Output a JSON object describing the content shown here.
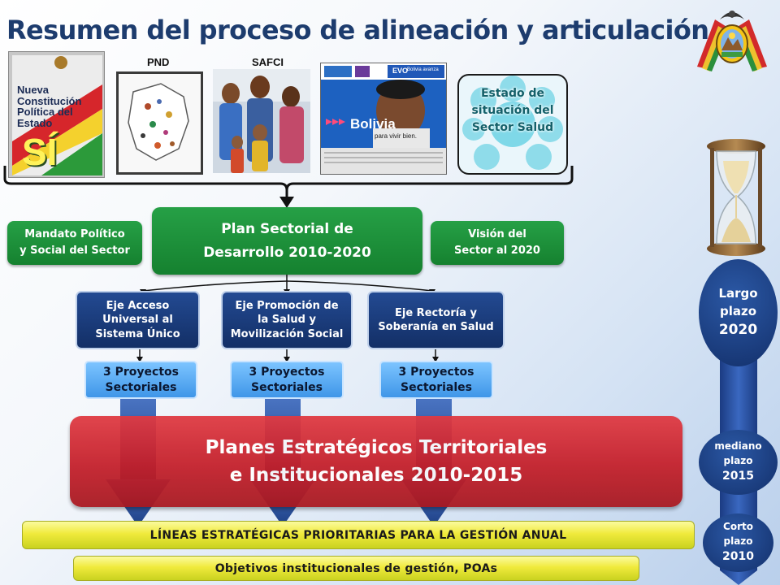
{
  "title": "Resumen del proceso de alineación y articulación",
  "top_labels": {
    "pnd": "PND",
    "safci": "SAFCI"
  },
  "constitution_image": {
    "line1": "Nueva",
    "line2": "Constitución",
    "line3": "Política del",
    "line4": "Estado",
    "big": "SÍ"
  },
  "poster_image": {
    "title_text": "Bolivia",
    "sub_text": "para vivir bien.",
    "evo": "EVO",
    "evo_sub": "Bolivia avanza"
  },
  "estado_situacion": "Estado de situación del Sector Salud",
  "plan_sectorial": {
    "line1": "Plan Sectorial de",
    "line2": "Desarrollo 2010-2020"
  },
  "mandato": {
    "line1": "Mandato Político",
    "line2": "y Social del Sector"
  },
  "vision": {
    "line1": "Visión del",
    "line2": "Sector al 2020"
  },
  "ejes": [
    {
      "line1": "Eje Acceso",
      "line2": "Universal al",
      "line3": "Sistema Único"
    },
    {
      "line1": "Eje Promoción de",
      "line2": "la Salud y",
      "line3": "Movilización Social"
    },
    {
      "line1": "Eje Rectoría y",
      "line2": "Soberanía en Salud"
    }
  ],
  "proyectos": [
    {
      "line1": "3 Proyectos",
      "line2": "Sectoriales"
    },
    {
      "line1": "3 Proyectos",
      "line2": "Sectoriales"
    },
    {
      "line1": "3 Proyectos",
      "line2": "Sectoriales"
    }
  ],
  "planes": {
    "line1": "Planes Estratégicos Territoriales",
    "line2": "e Institucionales 2010-2015"
  },
  "lineas": "LÍNEAS ESTRATÉGICAS PRIORITARIAS PARA LA GESTIÓN ANUAL",
  "objetivos": "Objetivos institucionales de gestión, POAs",
  "timeline": {
    "largo": {
      "l1": "Largo",
      "l2": "plazo",
      "l3": "2020"
    },
    "mediano": {
      "l1": "mediano",
      "l2": "plazo",
      "l3": "2015"
    },
    "corto": {
      "l1": "Corto",
      "l2": "plazo",
      "l3": "2010"
    }
  },
  "colors": {
    "title": "#1d3c6e",
    "green": "#1a8c37",
    "blue": "#183d80",
    "red": "#c8202b",
    "yellow": "#eeea3a",
    "timeline": "#1a3d85"
  }
}
